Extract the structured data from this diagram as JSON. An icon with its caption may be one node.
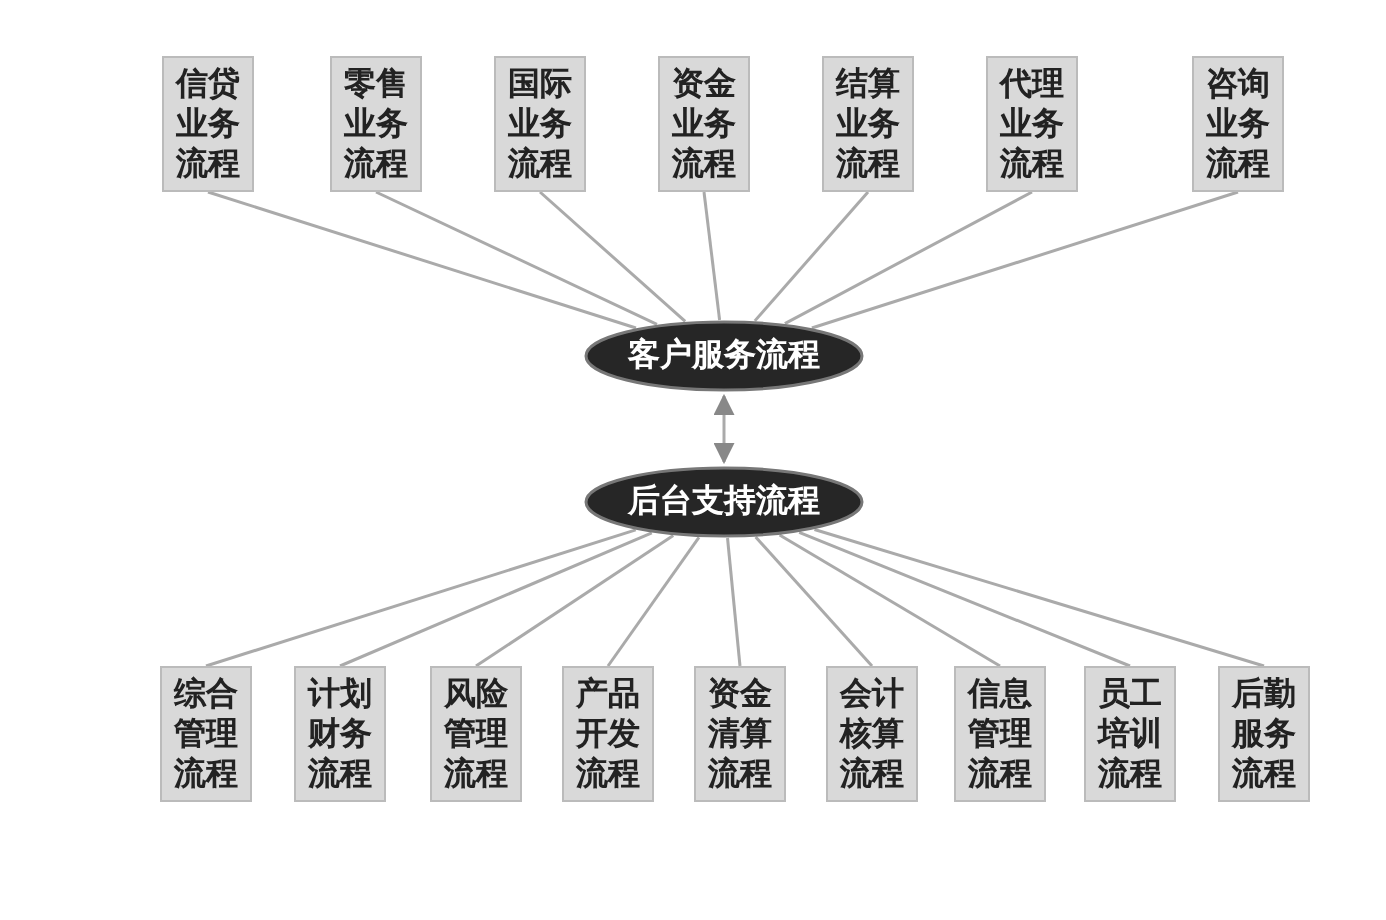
{
  "diagram": {
    "nodes": [
      {
        "text": [
          "信贷业务流程"
        ]
      },
      {
        "text": [
          "零售业务流程"
        ]
      },
      {
        "text": [
          "国际业务流程"
        ]
      },
      {
        "text": [
          "资金业务流程"
        ]
      },
      {
        "text": [
          "结算业务流程"
        ]
      },
      {
        "text": [
          "代理业务流程"
        ]
      },
      {
        "text": [
          "咨询业务流程"
        ]
      },
      {
        "text": [
          "客户服务流程"
        ]
      },
      {
        "text": [
          "后台支持流程"
        ]
      },
      {
        "text": [
          "综合管理流程"
        ]
      },
      {
        "text": [
          "计划财务流程"
        ]
      },
      {
        "text": [
          "风险管理流程"
        ]
      },
      {
        "text": [
          "产品开发流程"
        ]
      },
      {
        "text": [
          "资金清算流程"
        ]
      },
      {
        "text": [
          "会计核算流程"
        ]
      },
      {
        "text": [
          "信息管理流程"
        ]
      },
      {
        "text": [
          "员工培训流程"
        ]
      },
      {
        "text": [
          "后勤服务流程"
        ]
      }
    ],
    "edges": [
      {
        "from": 0,
        "to": 7,
        "arrow": "none"
      },
      {
        "from": 1,
        "to": 7,
        "arrow": "none"
      },
      {
        "from": 2,
        "to": 7,
        "arrow": "none"
      },
      {
        "from": 3,
        "to": 7,
        "arrow": "none"
      },
      {
        "from": 4,
        "to": 7,
        "arrow": "none"
      },
      {
        "from": 5,
        "to": 7,
        "arrow": "none"
      },
      {
        "from": 6,
        "to": 7,
        "arrow": "none"
      },
      {
        "from": 7,
        "to": 8,
        "arrow": "both"
      },
      {
        "from": 8,
        "to": 9,
        "arrow": "none"
      },
      {
        "from": 8,
        "to": 10,
        "arrow": "none"
      },
      {
        "from": 8,
        "to": 11,
        "arrow": "none"
      },
      {
        "from": 8,
        "to": 12,
        "arrow": "none"
      },
      {
        "from": 8,
        "to": 13,
        "arrow": "none"
      },
      {
        "from": 8,
        "to": 14,
        "arrow": "none"
      },
      {
        "from": 8,
        "to": 15,
        "arrow": "none"
      },
      {
        "from": 8,
        "to": 16,
        "arrow": "none"
      },
      {
        "from": 8,
        "to": 17,
        "arrow": "none"
      }
    ]
  }
}
